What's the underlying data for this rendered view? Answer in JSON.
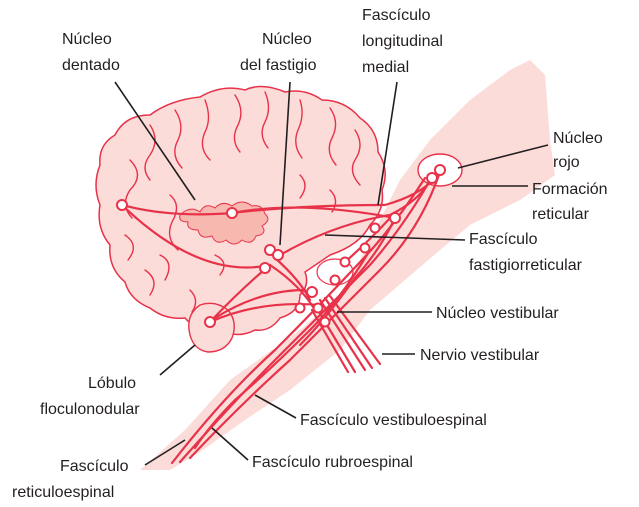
{
  "labels": {
    "nucleo_dentado": [
      "Núcleo",
      "dentado"
    ],
    "nucleo_fastigio": [
      "Núcleo",
      "del fastigio"
    ],
    "fasciculo_longitudinal_medial": [
      "Fascículo",
      "longitudinal",
      "medial"
    ],
    "nucleo_rojo": [
      "Núcleo",
      "rojo"
    ],
    "formacion_reticular": [
      "Formación",
      "reticular"
    ],
    "fasciculo_fastigiorreticular": [
      "Fascículo",
      "fastigiorreticular"
    ],
    "nucleo_vestibular": [
      "Núcleo vestibular"
    ],
    "nervio_vestibular": [
      "Nervio vestibular"
    ],
    "lobulo_floculonodular": [
      "Lóbulo",
      "floculonodular"
    ],
    "fasciculo_vestibuloespinal": [
      "Fascículo vestibuloespinal"
    ],
    "fasciculo_rubroespinal": [
      "Fascículo rubroespinal"
    ],
    "fasciculo_reticuloespinal": [
      "Fascículo",
      "reticuloespinal"
    ]
  },
  "colors": {
    "tract": "#e8324a",
    "tissue_light": "#fbdcd8",
    "tissue_mid": "#f7b8b0",
    "outline": "#e8324a",
    "leader": "#231f20"
  }
}
